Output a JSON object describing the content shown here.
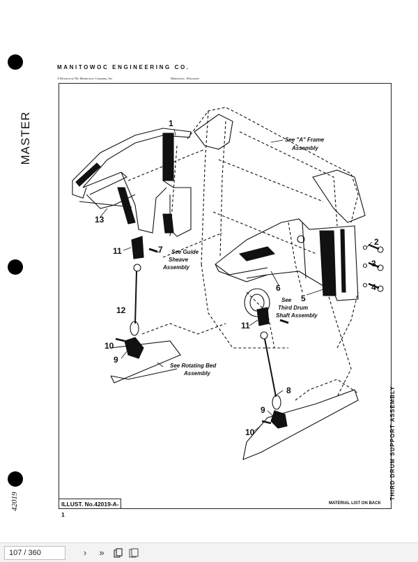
{
  "document": {
    "company": "MANITOWOC ENGINEERING CO.",
    "division": "A Division of The Manitowoc Company, Inc.",
    "location": "Manitowoc, Wisconsin",
    "stamp": "MASTER",
    "handwritten_number": "42019",
    "illustration_label": "ILLUST. No.42019-A-1",
    "material_note": "MATERIAL LIST ON BACK",
    "side_title": "THIRD DRUM SUPPORT ASSEMBLY"
  },
  "annotations": {
    "a_frame": [
      "See \"A\" Frame",
      "Assembly"
    ],
    "guide_sheave": [
      "See Guide",
      "Sheave",
      "Assembly"
    ],
    "third_drum": [
      "See",
      "Third Drum",
      "Shaft Assembly"
    ],
    "rotating_bed": [
      "See Rotating Bed",
      "Assembly"
    ]
  },
  "callouts": [
    "1",
    "2",
    "3",
    "4",
    "5",
    "6",
    "7",
    "8",
    "9",
    "9",
    "10",
    "10",
    "11",
    "11",
    "12",
    "13"
  ],
  "toolbar": {
    "page_indicator": "107 / 360",
    "next_icon": "chevron-right-icon",
    "last_icon": "double-chevron-right-icon",
    "copy_icon": "copy-icon",
    "pages_icon": "pages-icon"
  }
}
